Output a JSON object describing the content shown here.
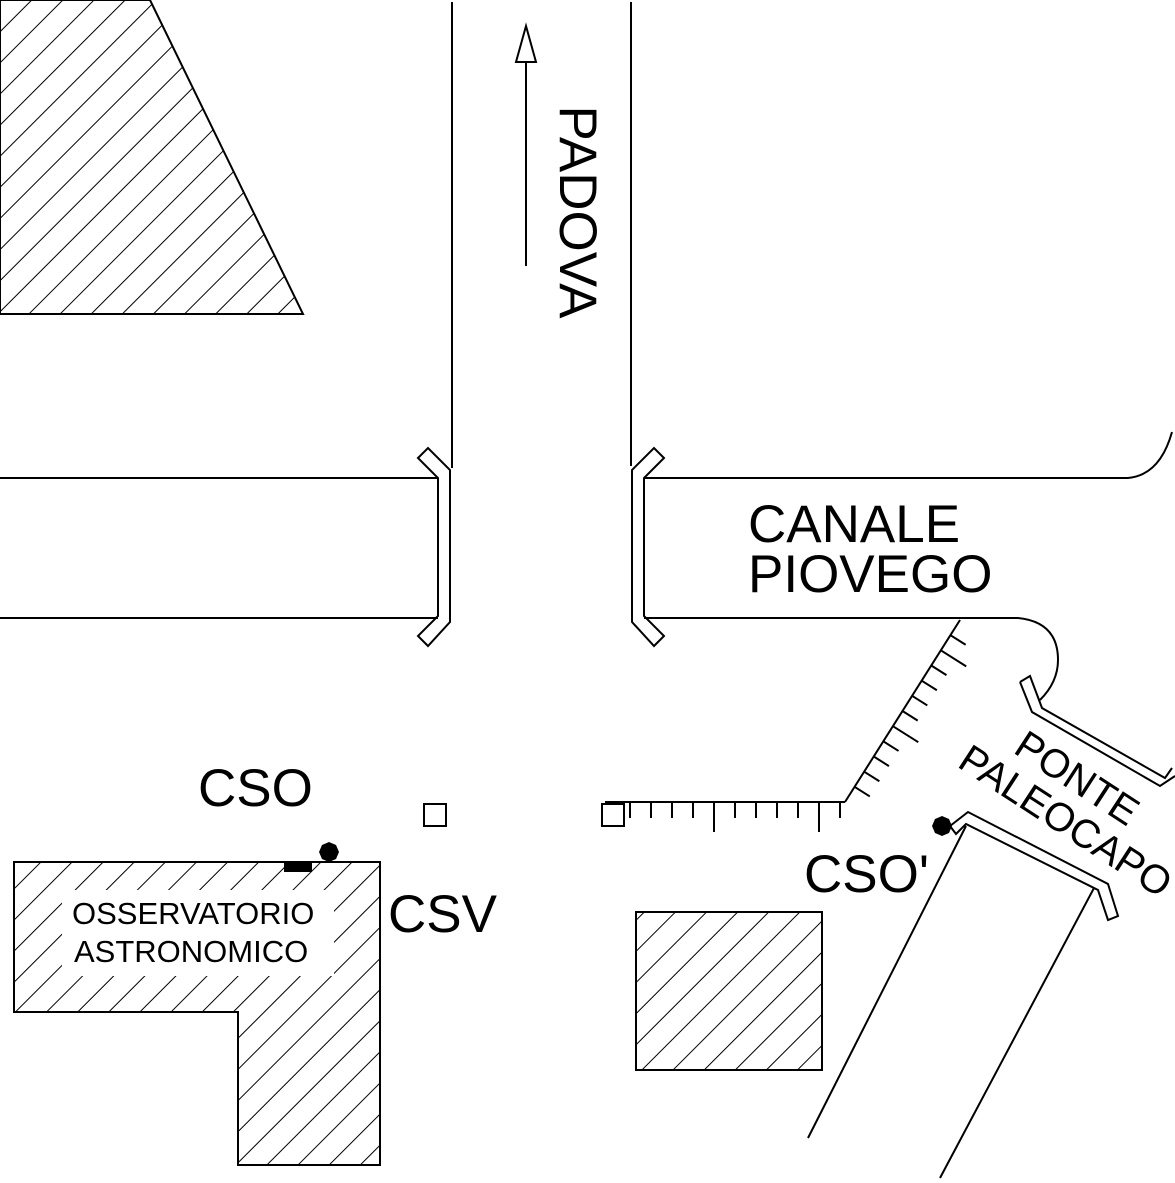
{
  "labels": {
    "direction": "PADOVA",
    "canal_line1": "CANALE",
    "canal_line2": "PIOVEGO",
    "bridge_line1": "PONTE",
    "bridge_line2": "PALEOCAPO",
    "cso": "CSO",
    "csv": "CSV",
    "cso_prime": "CSO'",
    "observatory_line1": "OSSERVATORIO",
    "observatory_line2": "ASTRONOMICO"
  },
  "colors": {
    "ink": "#000000",
    "paper": "#ffffff"
  }
}
